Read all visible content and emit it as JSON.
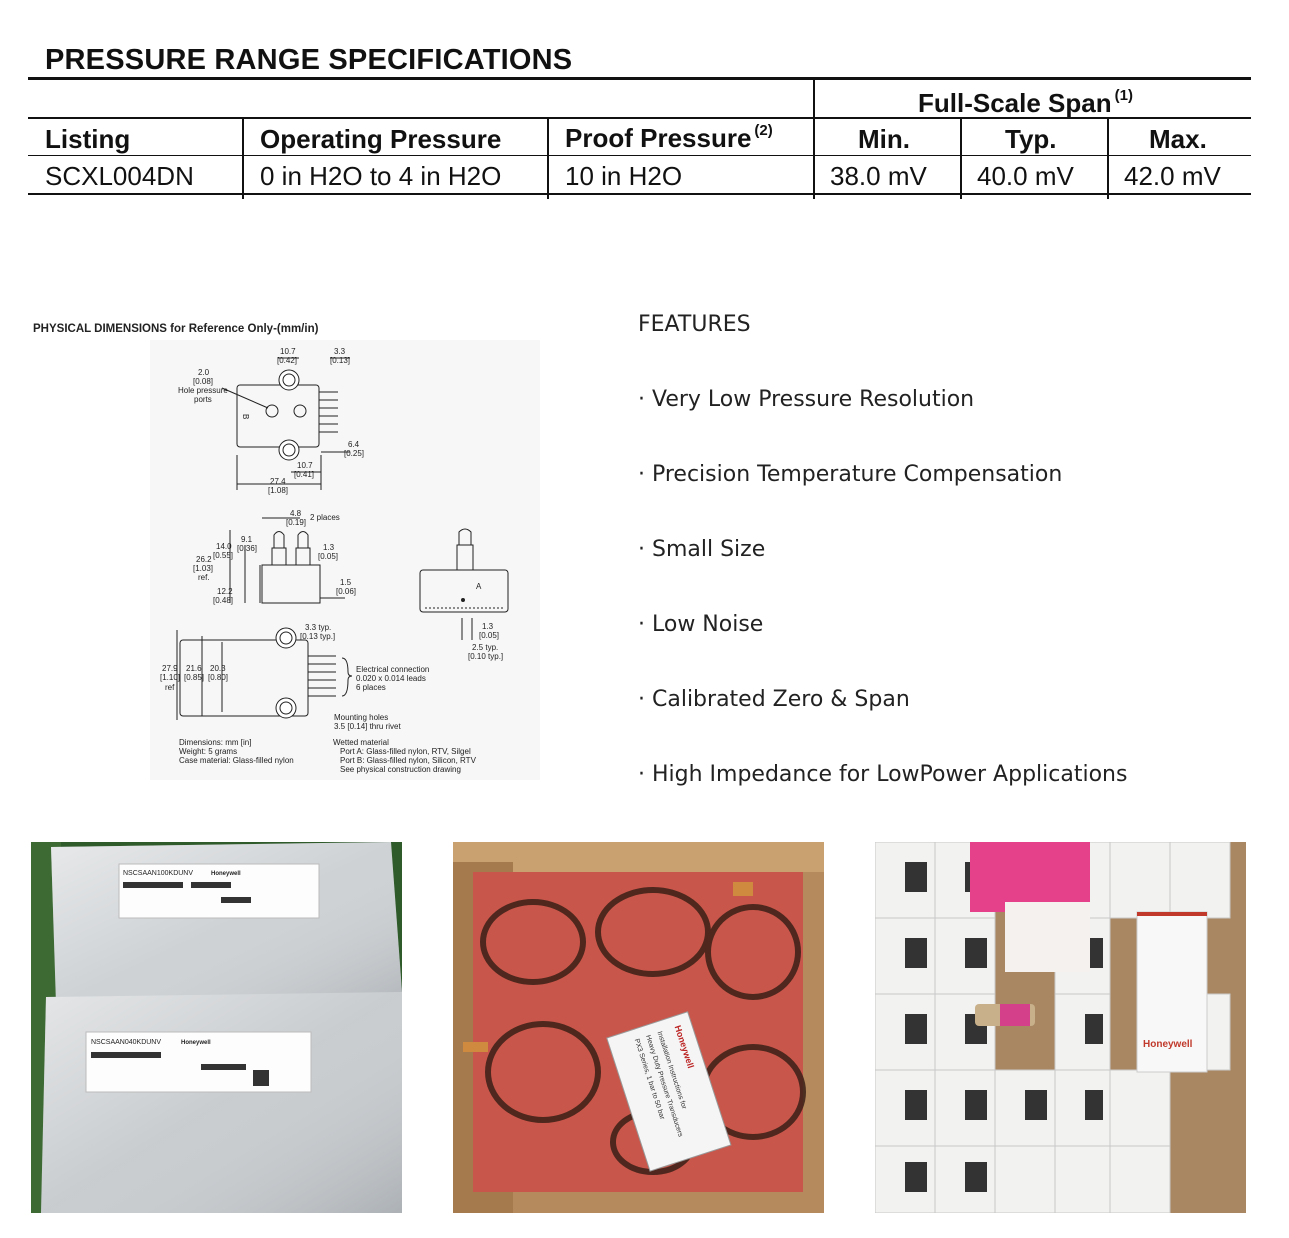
{
  "spec": {
    "title": "PRESSURE RANGE SPECIFICATIONS",
    "span_group": "Full-Scale Span",
    "span_footnote": "(1)",
    "headers": {
      "listing": "Listing",
      "operating": "Operating Pressure",
      "proof": "Proof Pressure",
      "proof_footnote": "(2)",
      "min": "Min.",
      "typ": "Typ.",
      "max": "Max."
    },
    "row": {
      "listing": "SCXL004DN",
      "operating": "0 in H2O to 4 in H2O",
      "proof": "10 in H2O",
      "min": "38.0 mV",
      "typ": "40.0 mV",
      "max": "42.0 mV"
    }
  },
  "dimensions": {
    "title": "PHYSICAL DIMENSIONS for Reference Only-(mm/in)",
    "labels": {
      "d1": "10.7",
      "d1b": "[0.42]",
      "d2": "3.3",
      "d2b": "[0.13]",
      "d3": "2.0",
      "d3b": "[0.08]",
      "hole": "Hole pressure",
      "ports": "ports",
      "d4": "6.4",
      "d4b": "[0.25]",
      "d5": "10.7",
      "d5b": "[0.41]",
      "d6": "27.4",
      "d6b": "[1.08]",
      "d7": "4.8",
      "d7b": "[0.19]",
      "places2": "2 places",
      "d8": "9.1",
      "d8b": "[0.36]",
      "d9": "14.0",
      "d9b": "[0.55]",
      "d10": "26.2",
      "d10b": "[1.03]",
      "ref1": "ref.",
      "d11": "1.3",
      "d11b": "[0.05]",
      "d12": "1.5",
      "d12b": "[0.06]",
      "d13": "12.2",
      "d13b": "[0.48]",
      "d14": "3.3 typ.",
      "d14b": "[0.13 typ.]",
      "d15": "1.3",
      "d15b": "[0.05]",
      "d16": "2.5 typ.",
      "d16b": "[0.10 typ.]",
      "d17": "27.9",
      "d17b": "[1.10]",
      "d18": "21.6",
      "d18b": "[0.85]",
      "d19": "20.3",
      "d19b": "[0.80]",
      "ref2": "ref",
      "elec1": "Electrical connection",
      "elec2": "0.020 x 0.014 leads",
      "elec3": "6 places",
      "mount1": "Mounting holes",
      "mount2": "3.5 [0.14] thru rivet",
      "portA": "A",
      "portB": "B",
      "note1": "Dimensions: mm [in]",
      "note2": "Weight: 5 grams",
      "note3": "Case material: Glass-filled nylon",
      "wet1": "Wetted material",
      "wet2": "Port A: Glass-filled nylon, RTV, Silgel",
      "wet3": "Port B: Glass-filled nylon, Silicon, RTV",
      "wet4": "See physical construction drawing"
    }
  },
  "features": {
    "title": "FEATURES",
    "items": [
      "· Very Low Pressure Resolution",
      "· Precision Temperature Compensation",
      "· Small Size",
      "· Low Noise",
      "· Calibrated Zero & Span",
      "· High Impedance for LowPower Applications"
    ]
  },
  "photos": {
    "bags": {
      "label1": "NSCSAAN100KDUNV",
      "label2": "NSCSAAN040KDUNV",
      "brand": "Honeywell"
    },
    "box": {
      "brand": "Honeywell",
      "leaflet1": "Installation Instructions for",
      "leaflet2": "Heavy Duty Pressure Transducers",
      "leaflet3": "PX3 Series, 1 bar to 50 bar"
    },
    "cartons": {
      "brand": "Honeywell"
    }
  }
}
